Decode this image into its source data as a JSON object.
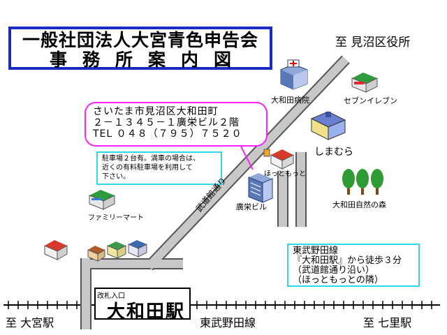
{
  "title": {
    "line1": "一般社団法人大宮青色申告会",
    "line2": "事務所案内図"
  },
  "directions": {
    "top_right": "至 見沼区役所",
    "bottom_left": "至 大宮駅",
    "bottom_right": "至 七里駅",
    "rail_line": "東武野田線"
  },
  "callout": {
    "address_line1": "さいたま市見沼区大和田町",
    "address_line2": "２－１３４５－１廣栄ビル２階",
    "phone": "TEL ０４８（７９５）７５２０"
  },
  "parking_note": {
    "line1": "駐車場２台有。満車の場合は、",
    "line2": "近くの有料駐車場を利用して",
    "line3": "下さい。"
  },
  "access": {
    "line1": "東武野田線",
    "line2": "『大和田駅』から徒歩３分",
    "line3": "（武道館通り沿い）",
    "line4": "（ほっともっとの隣）"
  },
  "station": {
    "entrance": "改札入口",
    "name": "大和田駅"
  },
  "landmarks": {
    "hospital": "大和田病院",
    "seven_eleven": "セブンイレブン",
    "shimamura": "しまむら",
    "hotto_motto": "ほっともっと",
    "koei_building": "廣栄ビル",
    "forest": "大和田自然の森",
    "family_mart": "ファミリーマート"
  },
  "road_name": "武道館通り",
  "colors": {
    "road_fill": "#c8c8c8",
    "road_edge": "#555555",
    "title_border": "#1b2bbf",
    "callout_border": "#ff22ff",
    "note_border": "#33d6e6"
  }
}
